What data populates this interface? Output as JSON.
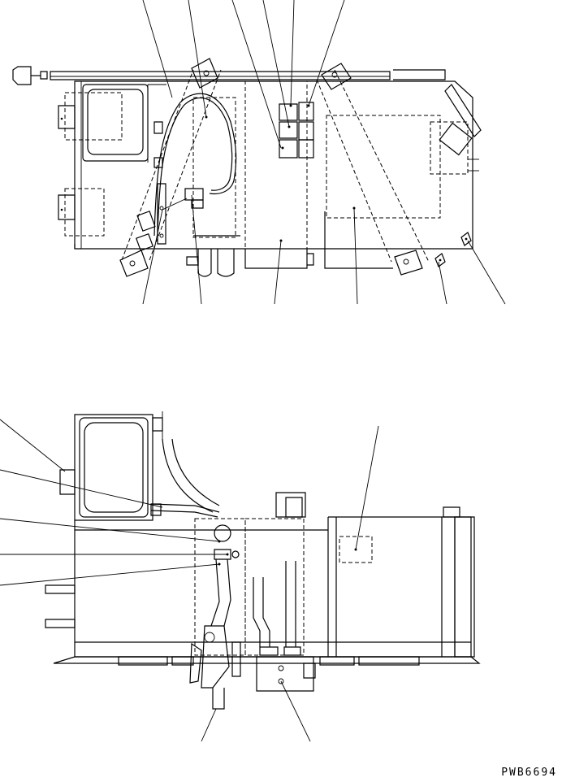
{
  "drawing_code": "PWB6694",
  "views": [
    {
      "id": "top-view"
    },
    {
      "id": "side-view"
    }
  ]
}
